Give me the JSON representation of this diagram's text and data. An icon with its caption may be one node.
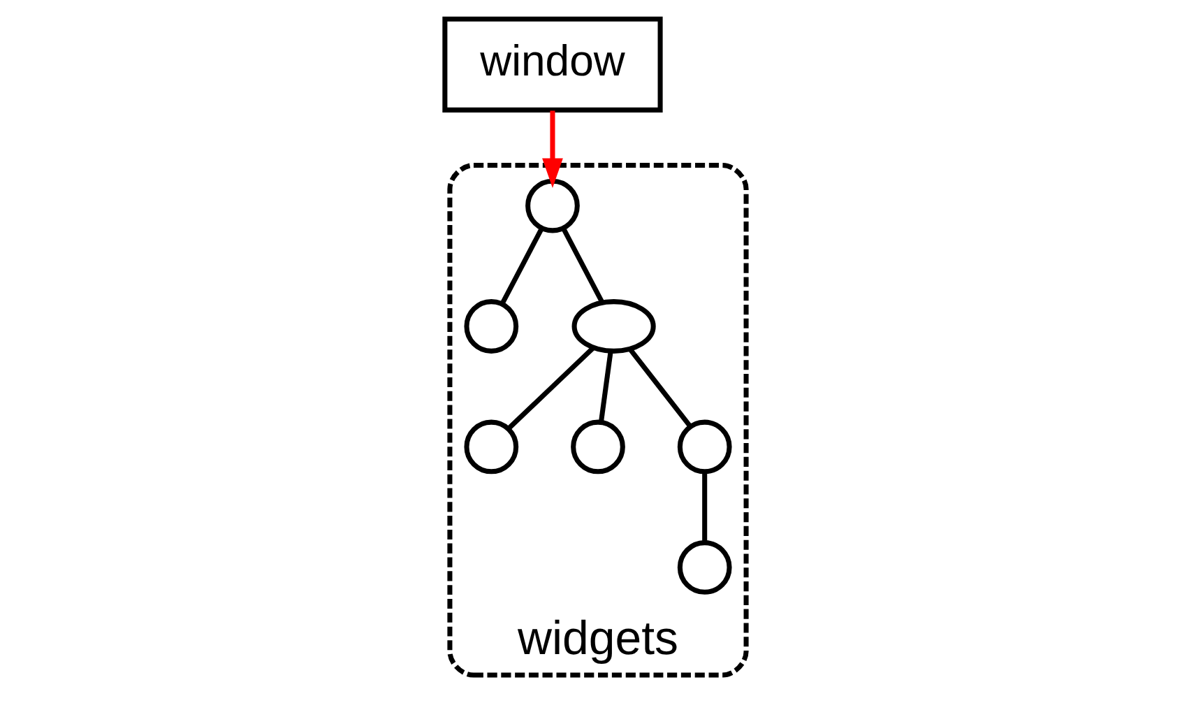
{
  "diagram": {
    "nodes": [
      {
        "text": [
          "window"
        ]
      },
      {
        "text": [
          "widgets"
        ]
      },
      {
        "text": [],
        "shape": "circle",
        "in": 1
      },
      {
        "text": [],
        "shape": "circle",
        "in": 1
      },
      {
        "text": [],
        "shape": "ellipse",
        "in": 1
      },
      {
        "text": [],
        "shape": "circle",
        "in": 1
      },
      {
        "text": [],
        "shape": "circle",
        "in": 1
      },
      {
        "text": [],
        "shape": "circle",
        "in": 1
      },
      {
        "text": [],
        "shape": "circle",
        "in": 1
      }
    ],
    "edges": [
      {
        "from": 0,
        "to": 2,
        "arrow": "to",
        "color": "#ff0000"
      },
      {
        "from": 2,
        "to": 3,
        "arrow": "none"
      },
      {
        "from": 2,
        "to": 4,
        "arrow": "none"
      },
      {
        "from": 4,
        "to": 5,
        "arrow": "none"
      },
      {
        "from": 4,
        "to": 6,
        "arrow": "none"
      },
      {
        "from": 4,
        "to": 7,
        "arrow": "none"
      },
      {
        "from": 7,
        "to": 8,
        "arrow": "none"
      }
    ]
  }
}
